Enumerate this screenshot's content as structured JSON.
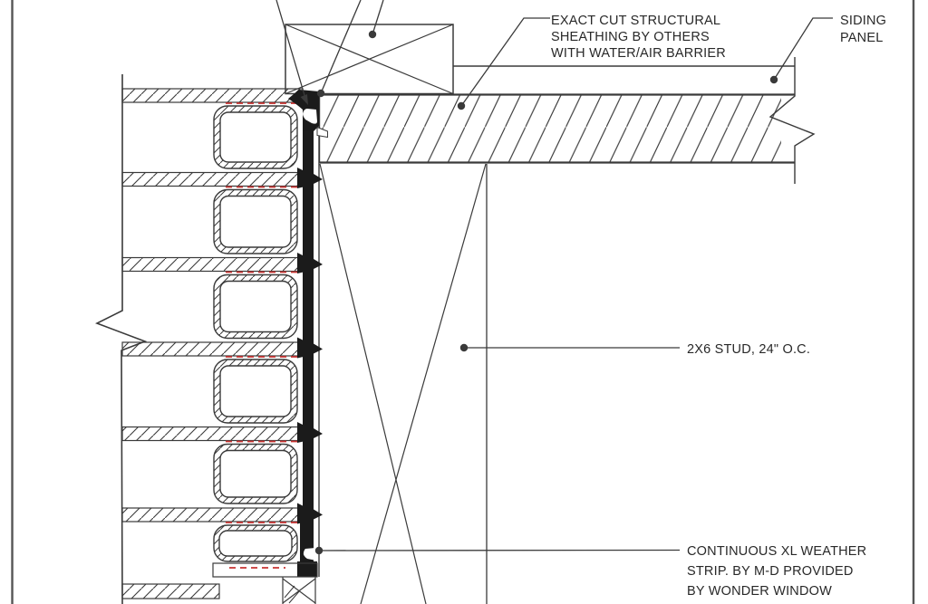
{
  "annotations": {
    "sheathing_note": {
      "lines": [
        "EXACT CUT STRUCTURAL",
        "SHEATHING BY OTHERS",
        "WITH WATER/AIR BARRIER"
      ]
    },
    "siding_note": {
      "lines": [
        "SIDING",
        "PANEL"
      ]
    },
    "stud_note": {
      "lines": [
        "2X6 STUD, 24\" O.C."
      ]
    },
    "weatherstrip_note": {
      "lines": [
        "CONTINUOUS XL WEATHER",
        "STRIP. BY M-D PROVIDED",
        "BY WONDER WINDOW"
      ]
    }
  },
  "colors": {
    "line": "#3a3a3a",
    "text": "#282828",
    "red_accent": "#c63230",
    "black_fill": "#1b1b1b",
    "background": "#ffffff",
    "border": "#555555"
  }
}
